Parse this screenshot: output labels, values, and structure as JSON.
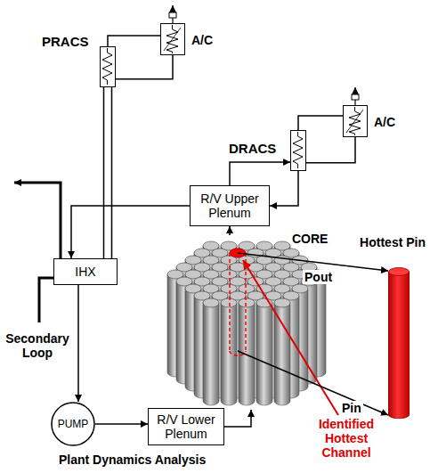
{
  "diagram": {
    "nodes": [
      {
        "text": [
          "PRACS"
        ]
      },
      {
        "text": [
          "A/C"
        ]
      },
      {
        "text": [
          "DRACS"
        ]
      },
      {
        "text": [
          "A/C"
        ]
      },
      {
        "text": [
          "R/V Upper Plenum"
        ]
      },
      {
        "text": [
          "IHX"
        ]
      },
      {
        "text": [
          "CORE"
        ]
      },
      {
        "text": [
          "Hottest Pin"
        ]
      },
      {
        "text": [
          "PUMP"
        ]
      },
      {
        "text": [
          "R/V Lower Plenum"
        ]
      }
    ],
    "edges": [
      {
        "from": 0,
        "to": 1,
        "arrow": "none"
      },
      {
        "from": 0,
        "to": 1,
        "arrow": "none"
      },
      {
        "from": 2,
        "to": 3,
        "arrow": "none"
      },
      {
        "from": 2,
        "to": 3,
        "arrow": "none"
      },
      {
        "from": 4,
        "to": 2,
        "arrow": "to"
      },
      {
        "from": 2,
        "to": 4,
        "arrow": "to"
      },
      {
        "from": 5,
        "to": 0,
        "arrow": "none"
      },
      {
        "from": 0,
        "to": 5,
        "arrow": "none"
      },
      {
        "from": 4,
        "to": 5,
        "arrow": "to"
      },
      {
        "from": 6,
        "to": 4,
        "arrow": "to"
      },
      {
        "from": 5,
        "to": 8,
        "arrow": "to"
      },
      {
        "from": 8,
        "to": 9,
        "arrow": "to"
      },
      {
        "from": 9,
        "to": 6,
        "arrow": "to"
      },
      {
        "from": 6,
        "to": 7,
        "arrow": "to",
        "label": "Pout"
      },
      {
        "from": 6,
        "to": 7,
        "arrow": "to",
        "label": "Pin"
      }
    ],
    "labels": [
      "Secondary Loop",
      "Identified Hottest Channel",
      "Plant Dynamics Analysis"
    ]
  }
}
